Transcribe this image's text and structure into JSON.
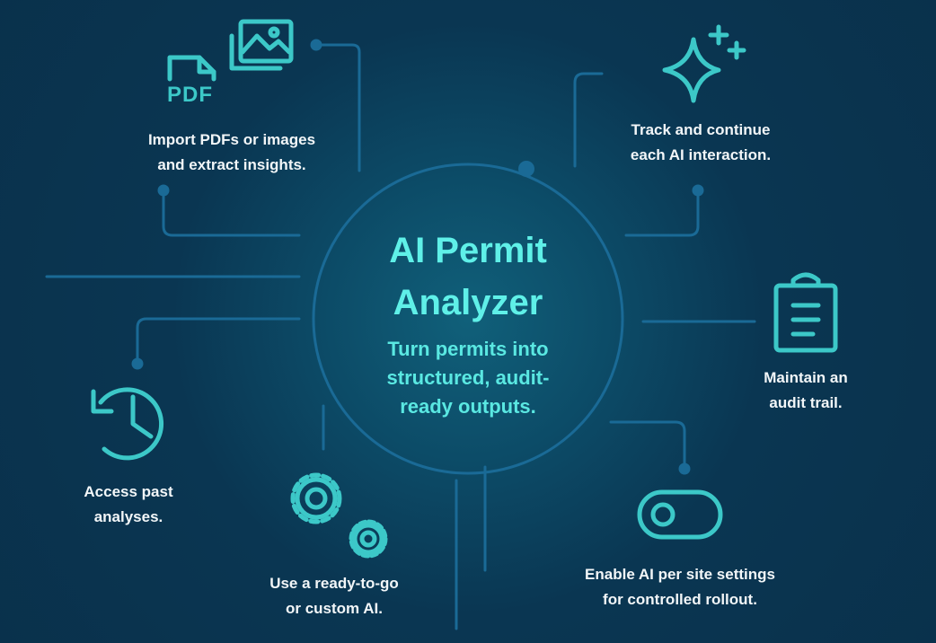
{
  "title_line1": "AI Permit",
  "title_line2": "Analyzer",
  "subtitle": [
    "Turn permits into",
    "structured, audit-",
    "ready outputs."
  ],
  "features": [
    {
      "icon": "pdf-image-icon",
      "lines": [
        "Import PDFs or images",
        "and extract insights."
      ]
    },
    {
      "icon": "sparkle-icon",
      "lines": [
        "Track and continue",
        "each AI interaction."
      ]
    },
    {
      "icon": "clipboard-icon",
      "lines": [
        "Maintain an",
        "audit trail."
      ]
    },
    {
      "icon": "history-icon",
      "lines": [
        "Access past",
        "analyses."
      ]
    },
    {
      "icon": "gears-icon",
      "lines": [
        "Use a ready-to-go",
        "or custom AI."
      ]
    },
    {
      "icon": "toggle-icon",
      "lines": [
        "Enable AI per site settings",
        "for controlled rollout."
      ]
    }
  ],
  "pdf_label": "PDF",
  "colors": {
    "background": "#09304a",
    "accent": "#3cc8c8",
    "title": "#5ff0e8",
    "lines": "#1a6a96"
  }
}
